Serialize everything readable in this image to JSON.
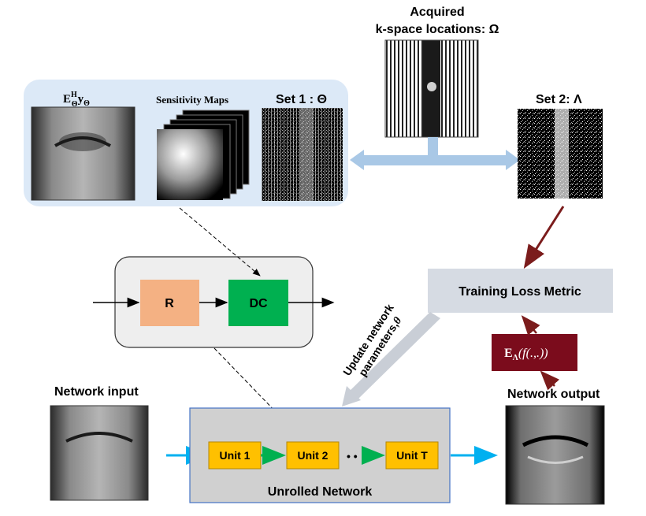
{
  "kspace": {
    "title_line1": "Acquired",
    "title_line2": "k-space locations: Ω"
  },
  "top_panel": {
    "image1_label": "E",
    "image1_sup": "H",
    "image1_sub": "Θ",
    "image1_y": "y",
    "image1_ysub": "Θ",
    "sensitivity_label": "Sensitivity Maps",
    "set1_label": "Set 1 : Θ"
  },
  "set2_label": "Set 2: Λ",
  "unit_block": {
    "r_label": "R",
    "dc_label": "DC"
  },
  "loss": {
    "label": "Training Loss Metric"
  },
  "update": {
    "line1": "Update network",
    "line2": "parameters,",
    "theta": "θ"
  },
  "eval_box": {
    "label": "E",
    "sub": "Λ",
    "rest": "(f(.,.))"
  },
  "network_input_label": "Network input",
  "network_output_label": "Network output",
  "unrolled": {
    "label": "Unrolled Network",
    "units": [
      "Unit 1",
      "Unit 2",
      "Unit T"
    ],
    "dots": "• •"
  },
  "colors": {
    "panel_blue": "#dce9f7",
    "arrow_blue": "#a9c8e6",
    "r_fill": "#f4b183",
    "dc_fill": "#00b050",
    "unit_fill": "#ffc000",
    "eval_fill": "#7b0c1c",
    "dark_red_arrow": "#7b1c1c",
    "cyan_arrow": "#00b0f0",
    "loss_fill": "#d6dbe3",
    "unrolled_fill": "#d0d0d0"
  }
}
